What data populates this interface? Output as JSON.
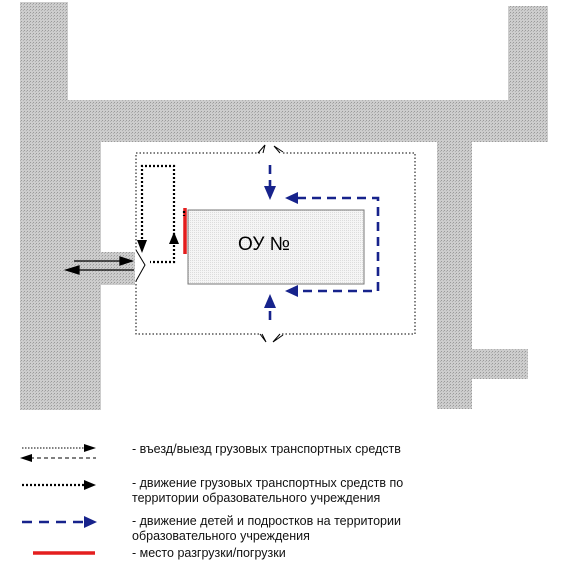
{
  "building": {
    "label": "ОУ №"
  },
  "legend": [
    {
      "key": "entry_exit",
      "text": "- въезд/выезд грузовых транспортных средств"
    },
    {
      "key": "truck_movement",
      "text_line1": "- движение грузовых транспортных средств по",
      "text_line2": "территории образовательного учреждения"
    },
    {
      "key": "children_movement",
      "text_line1": "- движение детей и подростков на территории",
      "text_line2": "образовательного учреждения"
    },
    {
      "key": "unloading_place",
      "text": "- место разгрузки/погрузки"
    }
  ],
  "colors": {
    "road": "#c4c4c4",
    "children_path": "#17238c",
    "unloading": "#e41e1e",
    "building_fill": "#f4f4f4",
    "line": "#000000"
  }
}
